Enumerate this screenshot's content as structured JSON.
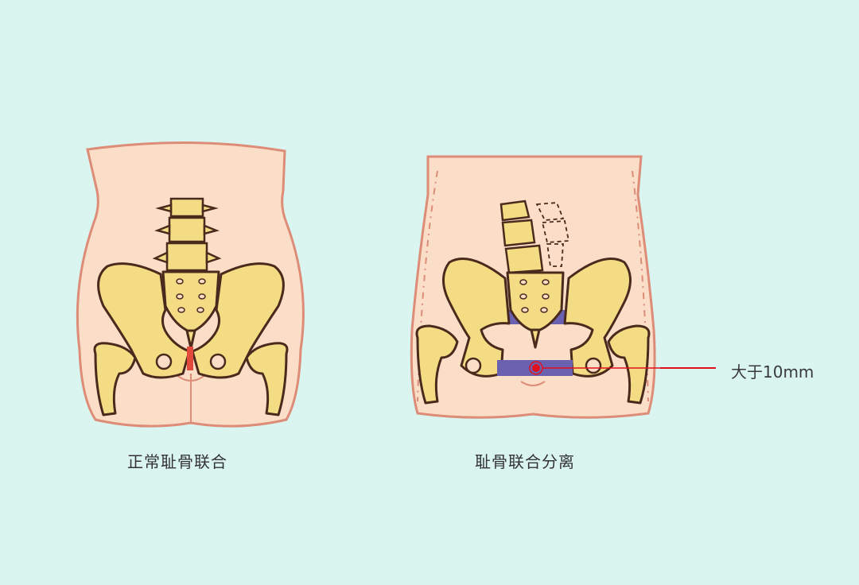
{
  "colors": {
    "background": "#daf5f0",
    "skin": "#fbdec8",
    "skin_outline": "#dd8c78",
    "bone": "#f4dc84",
    "bone_shadow": "#b5a456",
    "bone_outline": "#4a2a1c",
    "joint_normal": "#e24a3c",
    "gap_band": "#6a62b0",
    "marker": "#e0101c",
    "text": "#333333"
  },
  "panels": [
    {
      "id": "normal",
      "caption": "正常耻骨联合"
    },
    {
      "id": "separated",
      "caption": "耻骨联合分离",
      "annotation": {
        "label": "大于10mm"
      }
    }
  ]
}
